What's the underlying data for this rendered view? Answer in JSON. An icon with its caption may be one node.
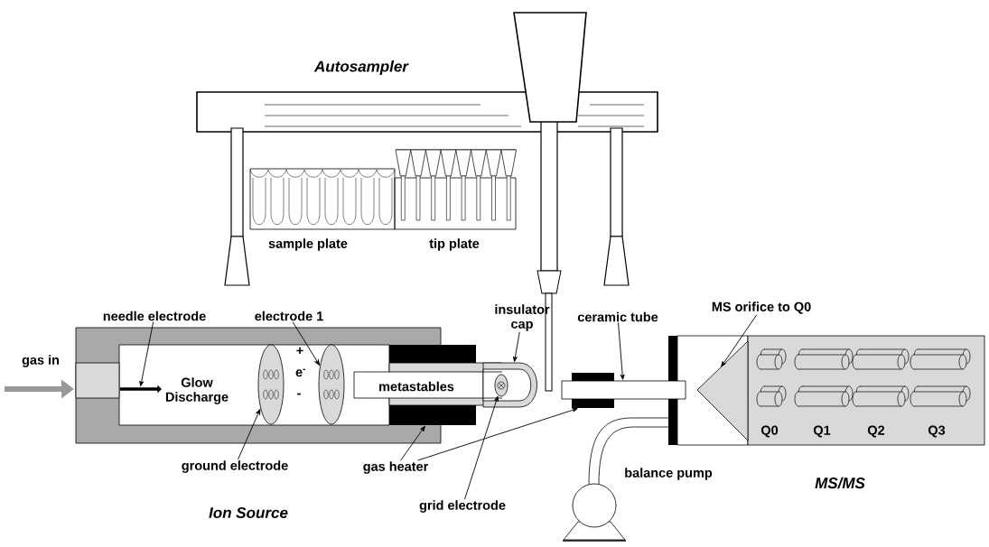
{
  "diagram": {
    "nodes": [
      {
        "text": [
          "needle electrode"
        ]
      },
      {
        "text": [
          "electrode 1"
        ]
      },
      {
        "text": [
          "insulator cap"
        ]
      },
      {
        "text": [
          "ceramic tube"
        ]
      },
      {
        "text": [
          "MS orifice to Q0"
        ]
      },
      {
        "text": [
          "ground electrode"
        ]
      },
      {
        "text": [
          "gas heater"
        ]
      },
      {
        "text": [
          "grid electrode"
        ]
      },
      {
        "text": [],
        "shape": "needle"
      },
      {
        "text": [],
        "shape": "ellipse"
      },
      {
        "text": [],
        "shape": "ellipse"
      },
      {
        "text": [],
        "shape": "box"
      },
      {
        "text": [],
        "shape": "cap"
      },
      {
        "text": [],
        "shape": "circle",
        "in": 12
      },
      {
        "text": [],
        "shape": "box"
      },
      {
        "text": [],
        "shape": "tube"
      },
      {
        "text": [],
        "shape": "cone"
      },
      {
        "text": [],
        "shape": "box"
      },
      {
        "text": [],
        "shape": "box"
      }
    ],
    "edges": [
      {
        "from": 0,
        "to": 8,
        "arrow": "to"
      },
      {
        "from": 1,
        "to": 10,
        "arrow": "to"
      },
      {
        "from": 2,
        "to": 12,
        "arrow": "to"
      },
      {
        "from": 3,
        "to": 15,
        "arrow": "to"
      },
      {
        "from": 4,
        "to": 16,
        "arrow": "to"
      },
      {
        "from": 5,
        "to": 9,
        "arrow": "to"
      },
      {
        "from": 6,
        "to": 11,
        "arrow": "to"
      },
      {
        "from": 6,
        "to": 14,
        "arrow": "to"
      },
      {
        "from": 7,
        "to": 13,
        "arrow": "to"
      }
    ],
    "labels": [
      "Autosampler",
      "sample plate",
      "tip plate",
      "gas in",
      "+",
      "e$^{-}$",
      "-",
      "Glow Discharge",
      "metastables",
      "Q0",
      "Q1",
      "Q2",
      "Q3",
      "balance pump",
      "MS/MS",
      "Ion Source"
    ]
  }
}
